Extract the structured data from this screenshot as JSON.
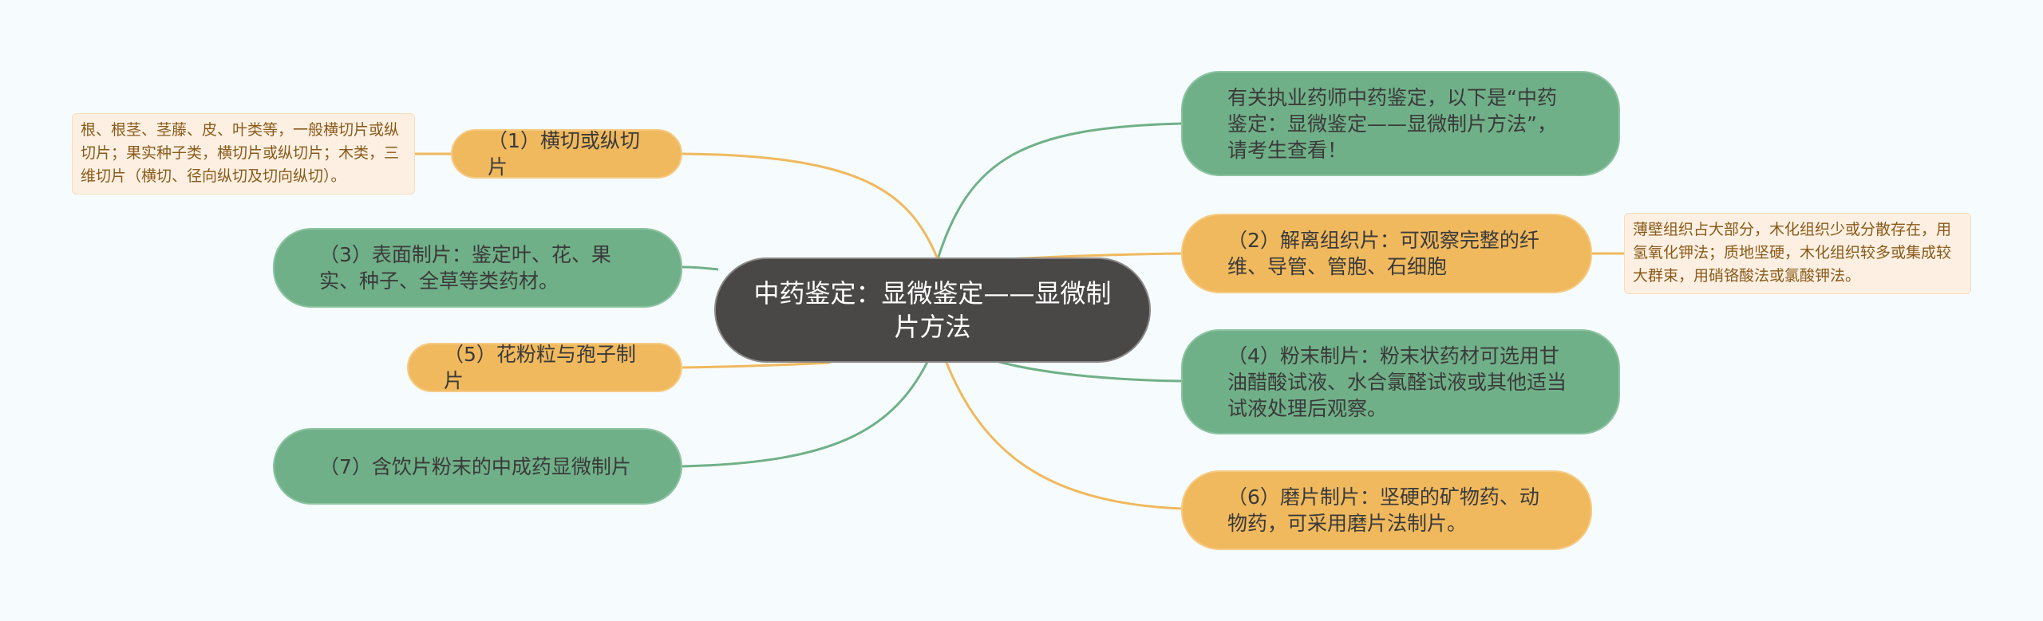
{
  "root": {
    "label": "中药鉴定：显微鉴定——显微制片方法"
  },
  "nodes": {
    "intro": "有关执业药师中药鉴定，以下是“中药鉴定：显微鉴定——显微制片方法”，请考生查看！",
    "n1": "（1）横切或纵切片",
    "n2": "（2）解离组织片：可观察完整的纤维、导管、管胞、石细胞",
    "n3": "（3）表面制片：鉴定叶、花、果实、种子、全草等类药材。",
    "n4": "（4）粉末制片：粉末状药材可选用甘油醋酸试液、水合氯醛试液或其他适当试液处理后观察。",
    "n5": "（5）花粉粒与孢子制片",
    "n6": "（6）磨片制片：坚硬的矿物药、动物药，可采用磨片法制片。",
    "n7": "（7）含饮片粉末的中成药显微制片"
  },
  "notes": {
    "n1_note": "根、根茎、茎藤、皮、叶类等，一般横切片或纵切片；果实种子类，横切片或纵切片；木类，三维切片（横切、径向纵切及切向纵切）。",
    "n2_note": "薄壁组织占大部分，木化组织少或分散存在，用氢氧化钾法；质地坚硬，木化组织较多或集成较大群束，用硝铬酸法或氯酸钾法。"
  },
  "colors": {
    "green": "#70b088",
    "yellow": "#f0b95e",
    "root": "#4a4747",
    "note_bg": "#fdf0e2"
  }
}
